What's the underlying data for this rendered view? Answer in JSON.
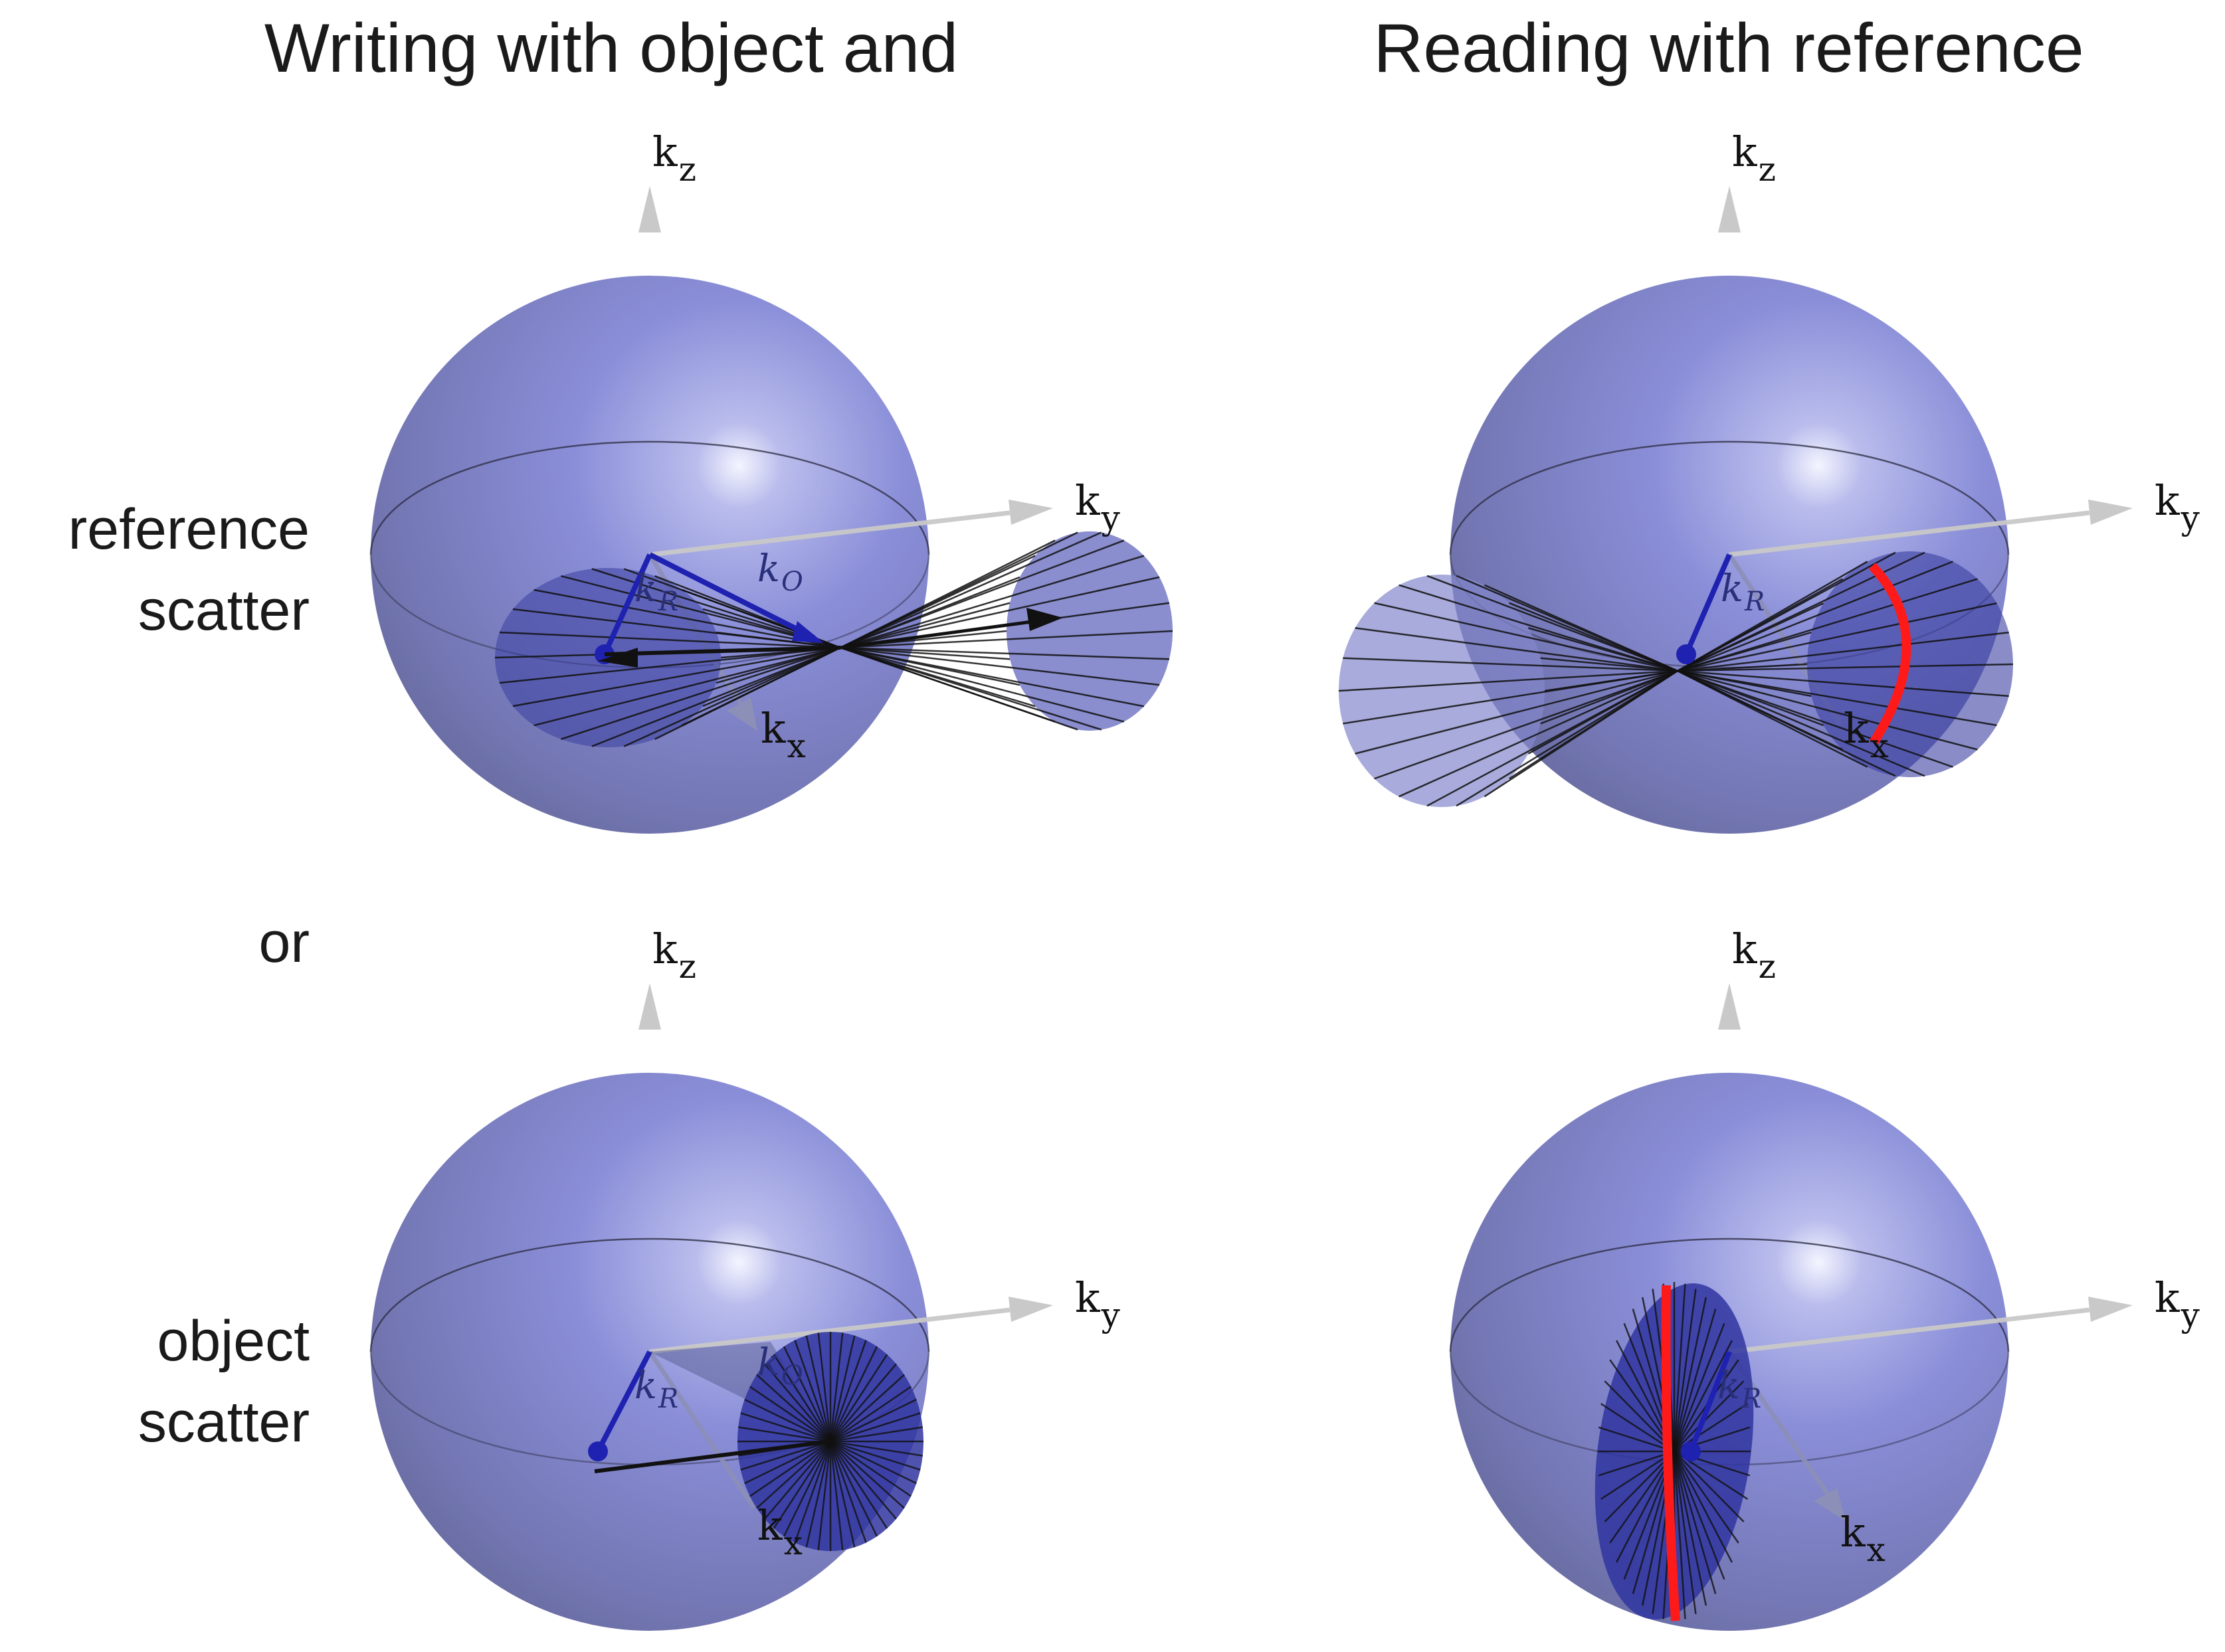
{
  "titles": {
    "left": "Writing with object and",
    "right": "Reading with reference"
  },
  "row_labels": {
    "reference_line1": "reference",
    "reference_line2": "scatter",
    "or": "or",
    "object_line1": "object",
    "object_line2": "scatter"
  },
  "axes": {
    "k": "k",
    "z": "z",
    "y": "y",
    "x": "x"
  },
  "vectors": {
    "k": "k",
    "R": "R",
    "O": "O"
  },
  "colors": {
    "sphere": "#7f83c9",
    "sphere_highlight": "#eef0ff",
    "cone": "#3a3fa0",
    "vector": "#1f22b0",
    "reconstruction": "#ff1a1a",
    "axis": "#c9c9c9"
  }
}
